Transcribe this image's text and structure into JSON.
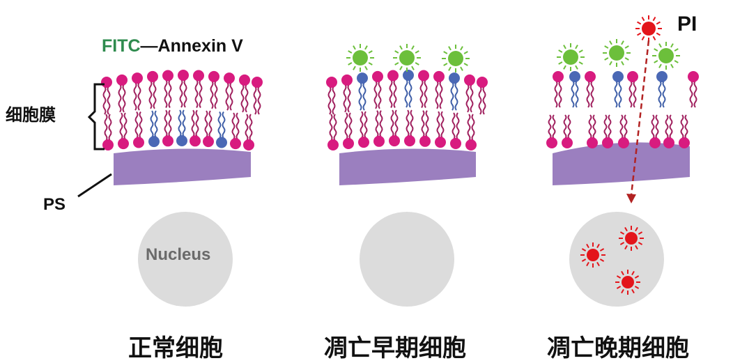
{
  "labels": {
    "fitc": "FITC",
    "dash": "—",
    "annexin": "Annexin V",
    "membrane": "细胞膜",
    "ps": "PS",
    "pi": "PI",
    "nucleus": "Nucleus"
  },
  "captions": [
    "正常细胞",
    "凋亡早期细胞",
    "凋亡晚期细胞"
  ],
  "colors": {
    "lipid_head": "#d81b7f",
    "lipid_tail": "#a0205e",
    "ps_head": "#4a68b5",
    "ps_tail": "#3f5fa8",
    "cytoplasm": "#9b7fbf",
    "nucleus": "#dcdcdc",
    "annexin_green": "#6cbf3b",
    "fitc_text": "#2e8b4e",
    "pi_red": "#e3151b",
    "arrow": "#b22222"
  }
}
